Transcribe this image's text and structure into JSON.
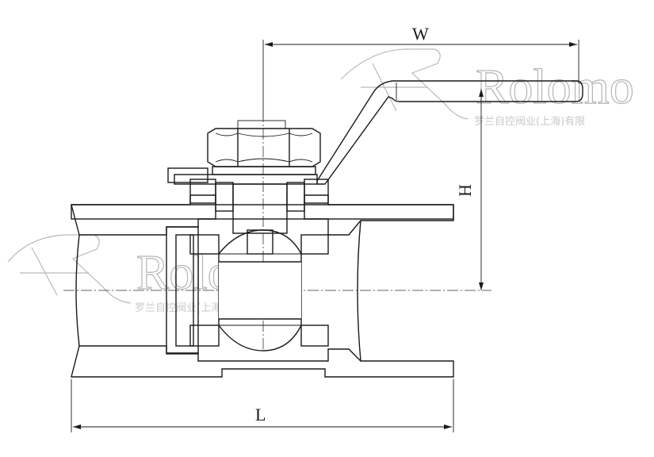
{
  "dimensions": {
    "width_label": "W",
    "height_label": "H",
    "length_label": "L"
  },
  "watermark": {
    "brand": "Rolomo",
    "company": "罗兰自控阀业(上海)有限公司",
    "company_top": "罗兰自控阀业(上海)有限"
  }
}
